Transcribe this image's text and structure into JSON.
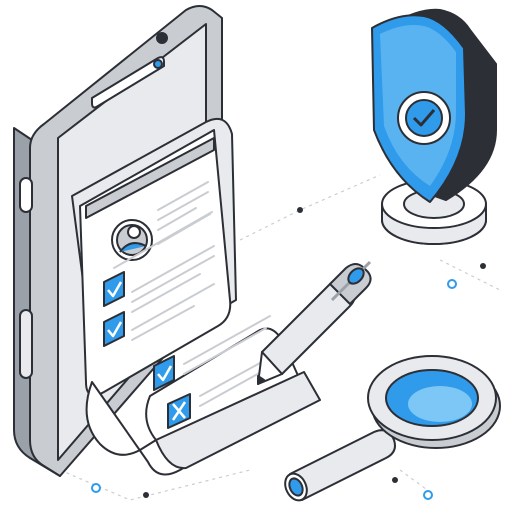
{
  "illustration": {
    "subject": "phone-with-document-checklist-shield-pen-magnifier",
    "checklist": [
      "checked",
      "checked",
      "checked",
      "checked",
      "crossed"
    ]
  },
  "colors": {
    "accent_blue": "#2f9bea",
    "light_blue": "#7cc7f5",
    "outline": "#2c2f36",
    "gray_dark": "#9aa1a9",
    "gray_mid": "#c9cdd2",
    "gray_light": "#e8eaed",
    "paper": "#ffffff"
  }
}
